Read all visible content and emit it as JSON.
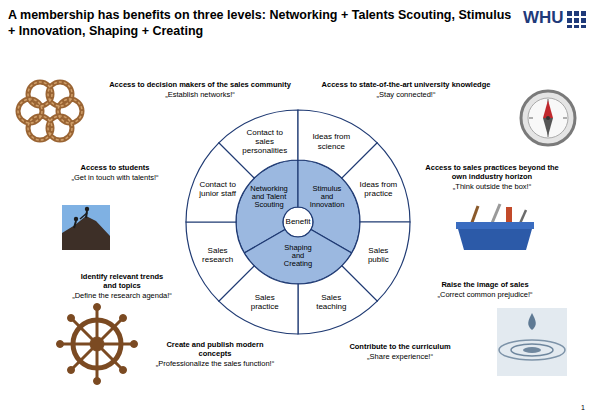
{
  "diagram": {
    "title": "A membership has benefits on three levels: Networking + Talents Scouting, Stimulus + Innovation, Shaping + Creating",
    "nodes": [
      {
        "text": [
          "Benefit"
        ]
      },
      {
        "text": [
          "Networking and Talent Scouting"
        ]
      },
      {
        "text": [
          "Stimulus and Innovation"
        ]
      },
      {
        "text": [
          "Shaping and Creating"
        ]
      },
      {
        "text": [
          "Contact to sales personalities"
        ]
      },
      {
        "text": [
          "Ideas from science"
        ]
      },
      {
        "text": [
          "Ideas from practice"
        ]
      },
      {
        "text": [
          "Sales public"
        ]
      },
      {
        "text": [
          "Sales teaching"
        ]
      },
      {
        "text": [
          "Sales practice"
        ]
      },
      {
        "text": [
          "Sales research"
        ]
      },
      {
        "text": [
          "Contact to junior staff"
        ]
      }
    ],
    "labels": [
      "Access to decision makers of the sales community",
      "„Establish networks!“",
      "Access to state-of-the-art university knowledge",
      "„Stay connected!“",
      "Access to students",
      "„Get in touch with talents!“",
      "Access to sales practices beyond the own inddustry horizon",
      "„Think outside the box!“",
      "Identify relevant trends and topics",
      "„Define the research agenda!“",
      "Raise the image of sales",
      "„Correct common prejudice!“",
      "Create and publish modern concepts",
      "„Professionalize the sales function!“",
      "Contribute to the curriculum",
      "„Share experience!“",
      "WHU",
      "1"
    ]
  }
}
